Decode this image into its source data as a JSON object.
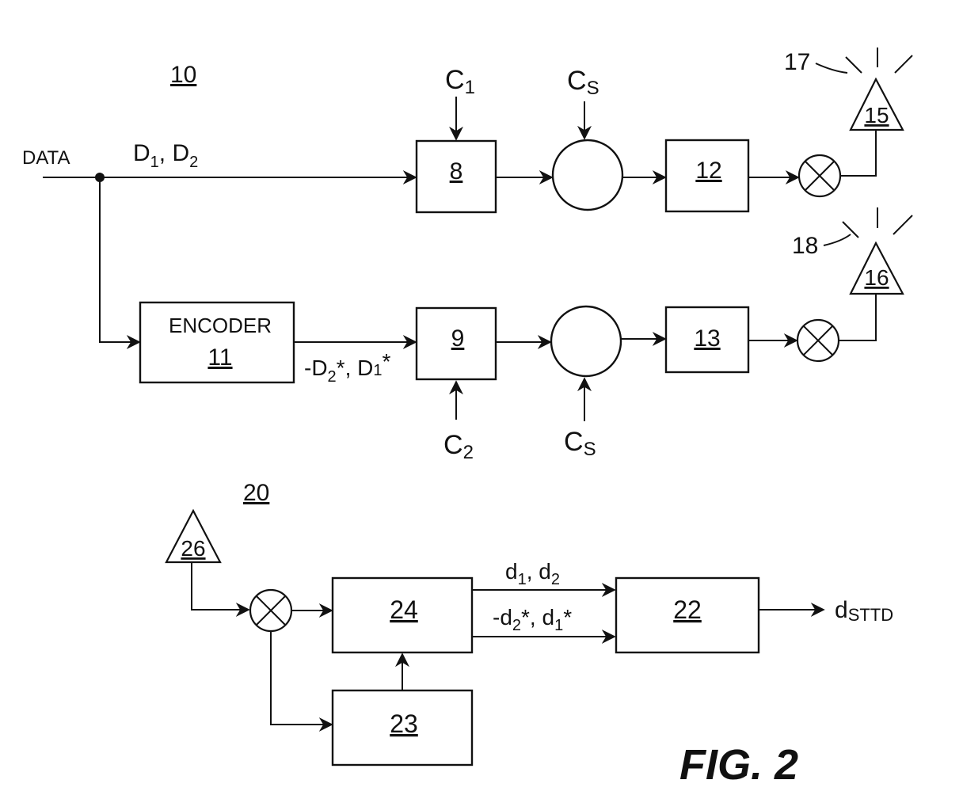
{
  "figure": {
    "caption": "FIG. 2",
    "transmitter_ref": "10",
    "receiver_ref": "20"
  },
  "transmitter": {
    "input_label": "DATA",
    "upper_signal": {
      "main": "D",
      "s1": "1",
      "sep": ", D",
      "s2": "2"
    },
    "lower_signal": {
      "p1": "-D",
      "s1": "2",
      "p2": "*, D",
      "s2": "1",
      "p3": "*"
    },
    "encoder": {
      "label": "ENCODER",
      "ref": "11"
    },
    "blocks": {
      "b8": "8",
      "b9": "9",
      "b12": "12",
      "b13": "13"
    },
    "codes": {
      "c1": {
        "main": "C",
        "sub": "1"
      },
      "c2": {
        "main": "C",
        "sub": "2"
      },
      "cs_top": {
        "main": "C",
        "sub": "S"
      },
      "cs_bottom": {
        "main": "C",
        "sub": "S"
      }
    },
    "antennas": {
      "a15": "15",
      "a16": "16",
      "ref17": "17",
      "ref18": "18"
    }
  },
  "receiver": {
    "antenna": "26",
    "blocks": {
      "b22": "22",
      "b23": "23",
      "b24": "24"
    },
    "upper_signal": {
      "p1": "d",
      "s1": "1",
      "p2": ", d",
      "s2": "2"
    },
    "lower_signal": {
      "p1": "-d",
      "s1": "2",
      "p2": "*, d",
      "s2": "1",
      "p3": "*"
    },
    "output": {
      "main": "d",
      "sub": "STTD"
    }
  }
}
